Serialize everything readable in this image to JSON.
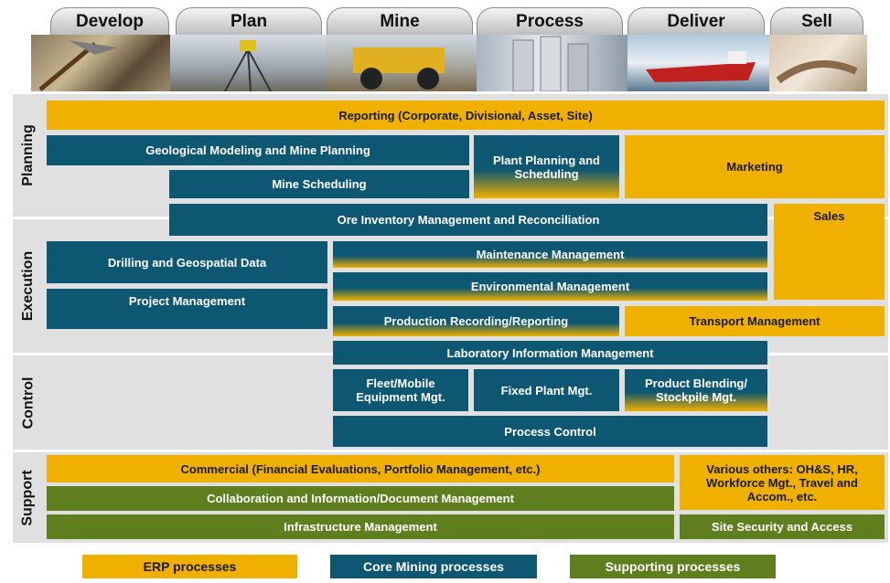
{
  "header": {
    "tabs": [
      "Develop",
      "Plan",
      "Mine",
      "Process",
      "Deliver",
      "Sell"
    ]
  },
  "rows": {
    "planning": "Planning",
    "execution": "Execution",
    "control": "Control",
    "support": "Support"
  },
  "boxes": {
    "reporting": "Reporting (Corporate, Divisional, Asset, Site)",
    "geological": "Geological Modeling and Mine Planning",
    "plant_planning": "Plant Planning and Scheduling",
    "marketing": "Marketing",
    "mine_scheduling": "Mine Scheduling",
    "ore_inventory": "Ore Inventory Management and Reconciliation",
    "sales": "Sales",
    "drilling": "Drilling and Geospatial Data",
    "maintenance": "Maintenance Management",
    "environmental": "Environmental Management",
    "project": "Project Management",
    "production": "Production Recording/Reporting",
    "transport": "Transport Management",
    "laboratory": "Laboratory Information Management",
    "fleet": "Fleet/Mobile Equipment Mgt.",
    "fixed_plant": "Fixed Plant Mgt.",
    "product_blending": "Product Blending/ Stockpile Mgt.",
    "process_control": "Process Control",
    "commercial": "Commercial (Financial Evaluations, Portfolio Management, etc.)",
    "various": "Various others: OH&S, HR, Workforce Mgt., Travel and Accom., etc.",
    "collaboration": "Collaboration and Information/Document Management",
    "infrastructure": "Infrastructure Management",
    "site_security": "Site Security and Access"
  },
  "legend": {
    "erp": "ERP processes",
    "core": "Core Mining processes",
    "supporting": "Supporting processes"
  },
  "colors": {
    "erp": "#f0b000",
    "core": "#0d5772",
    "supporting": "#5f7e1e",
    "band": "#e0e0e0"
  }
}
